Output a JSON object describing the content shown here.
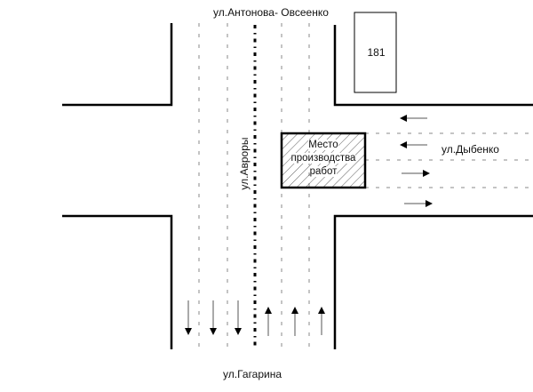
{
  "streets": {
    "top": "ул.Антонова- Овсеенко",
    "vertical": "ул.Авроры",
    "right": "ул.Дыбенко",
    "bottom": "ул.Гагарина"
  },
  "building": {
    "number": "181"
  },
  "work_zone": {
    "lines": [
      "Место",
      "производства",
      "работ"
    ]
  }
}
